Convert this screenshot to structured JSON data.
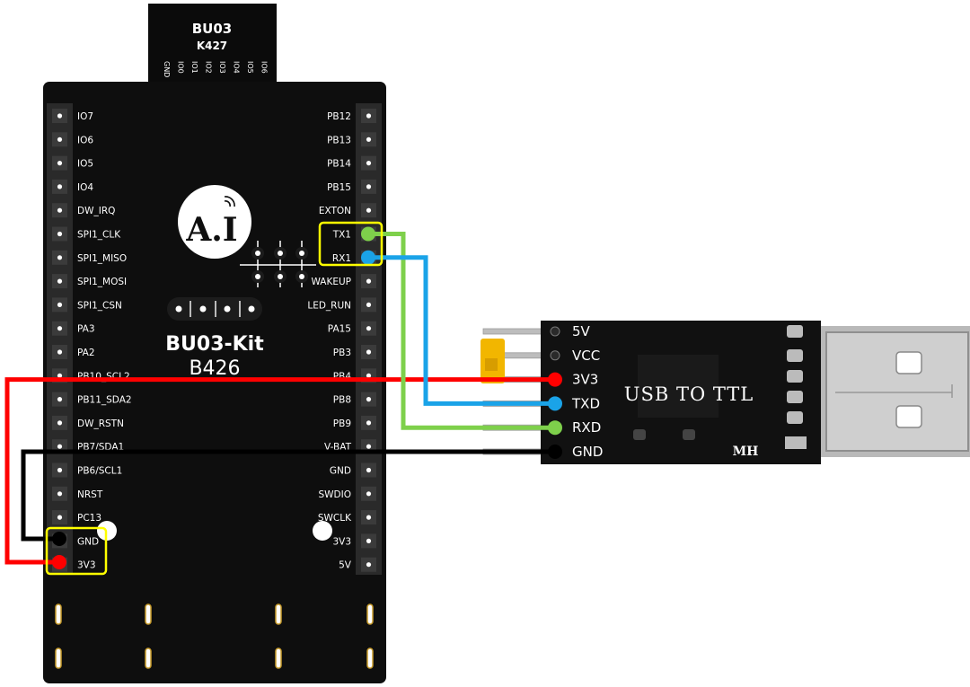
{
  "module": {
    "name": "BU03",
    "code": "K427",
    "pins": [
      "GND",
      "IO0",
      "IO1",
      "IO2",
      "IO3",
      "IO4",
      "IO5",
      "IO6"
    ]
  },
  "board": {
    "logo_text": "A.I",
    "title": "BU03-Kit",
    "subtitle": "B426",
    "left_pins": [
      "IO7",
      "IO6",
      "IO5",
      "IO4",
      "DW_IRQ",
      "SPI1_CLK",
      "SPI1_MISO",
      "SPI1_MOSI",
      "SPI1_CSN",
      "PA3",
      "PA2",
      "PB10_SCL2",
      "PB11_SDA2",
      "DW_RSTN",
      "PB7/SDA1",
      "PB6/SCL1",
      "NRST",
      "PC13",
      "GND",
      "3V3"
    ],
    "right_pins": [
      "PB12",
      "PB13",
      "PB14",
      "PB15",
      "EXTON",
      "TX1",
      "RX1",
      "WAKEUP",
      "LED_RUN",
      "PA15",
      "PB3",
      "PB4",
      "PB8",
      "PB9",
      "V-BAT",
      "GND",
      "SWDIO",
      "SWCLK",
      "3V3",
      "5V"
    ]
  },
  "usb_adapter": {
    "title": "USB TO TTL",
    "maker": "MH",
    "pins": [
      "5V",
      "VCC",
      "3V3",
      "TXD",
      "RXD",
      "GND"
    ]
  },
  "wire_colors": {
    "red": "#ff0000",
    "black": "#000000",
    "green": "#7ed04b",
    "blue": "#1aa3e8",
    "highlight": "#ffff00"
  }
}
